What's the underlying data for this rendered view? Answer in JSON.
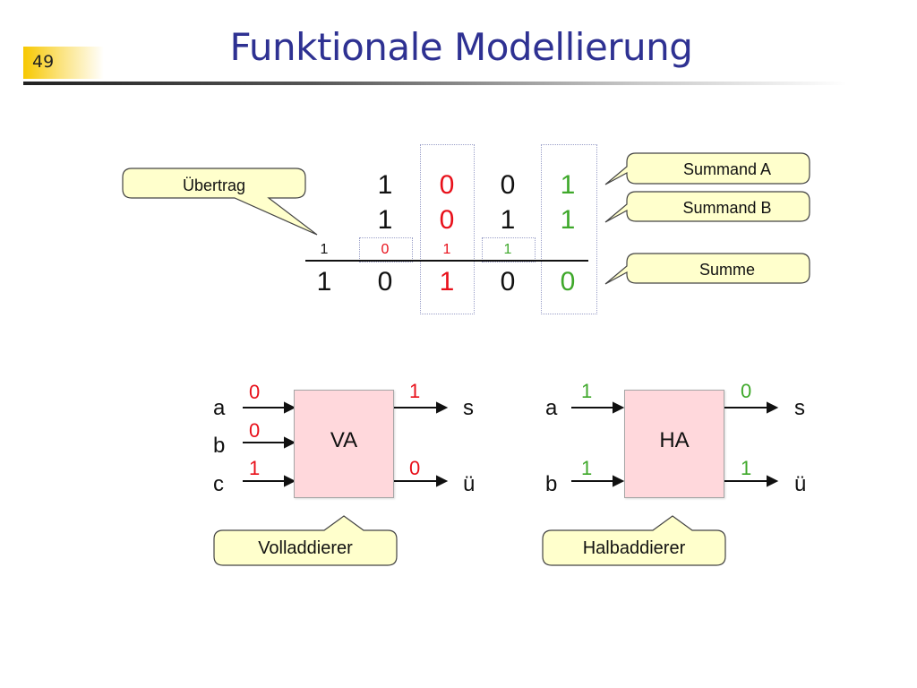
{
  "slide": {
    "number": "49",
    "title": "Funktionale Modellierung"
  },
  "addition": {
    "summand_a": [
      "1",
      "0",
      "0",
      "1"
    ],
    "summand_b": [
      "1",
      "0",
      "1",
      "1"
    ],
    "carries": [
      "1",
      "0",
      "1",
      "1"
    ],
    "sum": [
      "1",
      "0",
      "1",
      "0",
      "0"
    ]
  },
  "callouts": {
    "carry": "Übertrag",
    "summand_a": "Summand A",
    "summand_b": "Summand B",
    "sum": "Summe"
  },
  "full_adder": {
    "label": "VA",
    "caption": "Volladdierer",
    "inputs": {
      "a": "a",
      "b": "b",
      "c": "c"
    },
    "outputs": {
      "s": "s",
      "u": "ü"
    },
    "input_values": {
      "a": "0",
      "b": "0",
      "c": "1"
    },
    "output_values": {
      "s": "1",
      "u": "0"
    }
  },
  "half_adder": {
    "label": "HA",
    "caption": "Halbaddierer",
    "inputs": {
      "a": "a",
      "b": "b"
    },
    "outputs": {
      "s": "s",
      "u": "ü"
    },
    "input_values": {
      "a": "1",
      "b": "1"
    },
    "output_values": {
      "s": "0",
      "u": "1"
    }
  },
  "colors": {
    "title": "#2e3192",
    "red": "#e8101a",
    "green": "#3ea82a",
    "callout_fill": "#ffffcc",
    "adder_fill": "#ffd8dc"
  }
}
